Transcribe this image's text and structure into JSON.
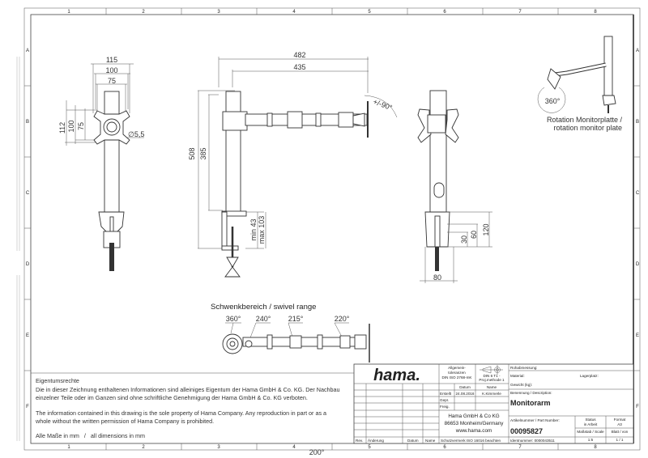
{
  "frame": {
    "columns": [
      "1",
      "2",
      "3",
      "4",
      "5",
      "6",
      "7",
      "8"
    ],
    "rows": [
      "A",
      "B",
      "C",
      "D",
      "E",
      "F"
    ]
  },
  "front_view": {
    "dims": {
      "w115": "115",
      "w100": "100",
      "w75": "75",
      "h112": "112",
      "h100": "100",
      "h75": "75",
      "hole": "∅5,5"
    }
  },
  "side_view": {
    "dims": {
      "l482": "482",
      "l435": "435",
      "h508": "508",
      "h385": "385",
      "clamp_min": "min 43",
      "clamp_max": "max 103",
      "tilt": "+/-90°"
    }
  },
  "rear_view": {
    "dims": {
      "h30": "30",
      "h60": "60",
      "h120": "120",
      "w80": "80"
    }
  },
  "iso_view": {
    "rotation": "360°",
    "caption_de": "Rotation Monitorplatte /",
    "caption_en": "rotation monitor plate"
  },
  "top_view": {
    "title": "Schwenkbereich / swivel range",
    "angles": [
      "360°",
      "240°",
      "215°",
      "220°"
    ],
    "bottom_angle": "200°"
  },
  "notes": {
    "heading": "Eigentumsrechte",
    "de_line1": "Die in dieser Zeichnung enthaltenen Informationen sind alleiniges Eigentum der Hama GmbH & Co. KG. Der Nachbau",
    "de_line2": "einzelner Teile oder im Ganzen sind ohne schriftliche Genehmigung der Hama GmbH & Co. KG verboten.",
    "en_line1": "The information contained in this drawing is the sole property of Hama Company. Any reproduction in part or as a",
    "en_line2": "whole without the written permission of Hama Company is prohibited.",
    "units": "Alle Maße in mm   /   all dimensions in mm"
  },
  "title_block": {
    "logo": "hama.",
    "brand_color": "#e30613",
    "tolerance_1": "Allgemein-",
    "tolerance_2": "toleranzen",
    "tolerance_3": "DIN ISO 2768-mK",
    "projection_1": "DIN 6  T1 -",
    "projection_2": "Proj.methode 1",
    "datum_label": "Datum",
    "name_label": "Name",
    "created_label": "Erstellt",
    "created_date": "24.08.2016",
    "created_name": "K.Kimmerle",
    "checked_label": "Gepr.",
    "released_label": "Freig.",
    "company": "Hama GmbH & Co KG",
    "address": "86653 Monheim/Germany",
    "website": "www.hama.com",
    "raw_dim_label": "Rohabmessung:",
    "material_label": "Material:",
    "storage_label": "Lagerplatz:",
    "weight_label": "Gewicht (kg):",
    "description_label": "Benennung / Description:",
    "description": "Monitorarm",
    "part_number_label": "Artikelnummer / Part Number:",
    "part_number": "00095827",
    "status_label_1": "Status",
    "status_value": "in Arbeit",
    "format_label": "Format",
    "format_value": "A3",
    "scale_label": "Maßstab / Scale",
    "scale_value": "1:5",
    "sheet_label": "Blatt / von",
    "sheet_value": "1 / 1",
    "ident_label": "Identnummer: 0000043511",
    "rev_label": "Rev.",
    "change_label": "Änderung",
    "rev_date_label": "Datum",
    "rev_name_label": "Name",
    "protection_note": "Schutzvermerk ISO 16016 beachten"
  }
}
